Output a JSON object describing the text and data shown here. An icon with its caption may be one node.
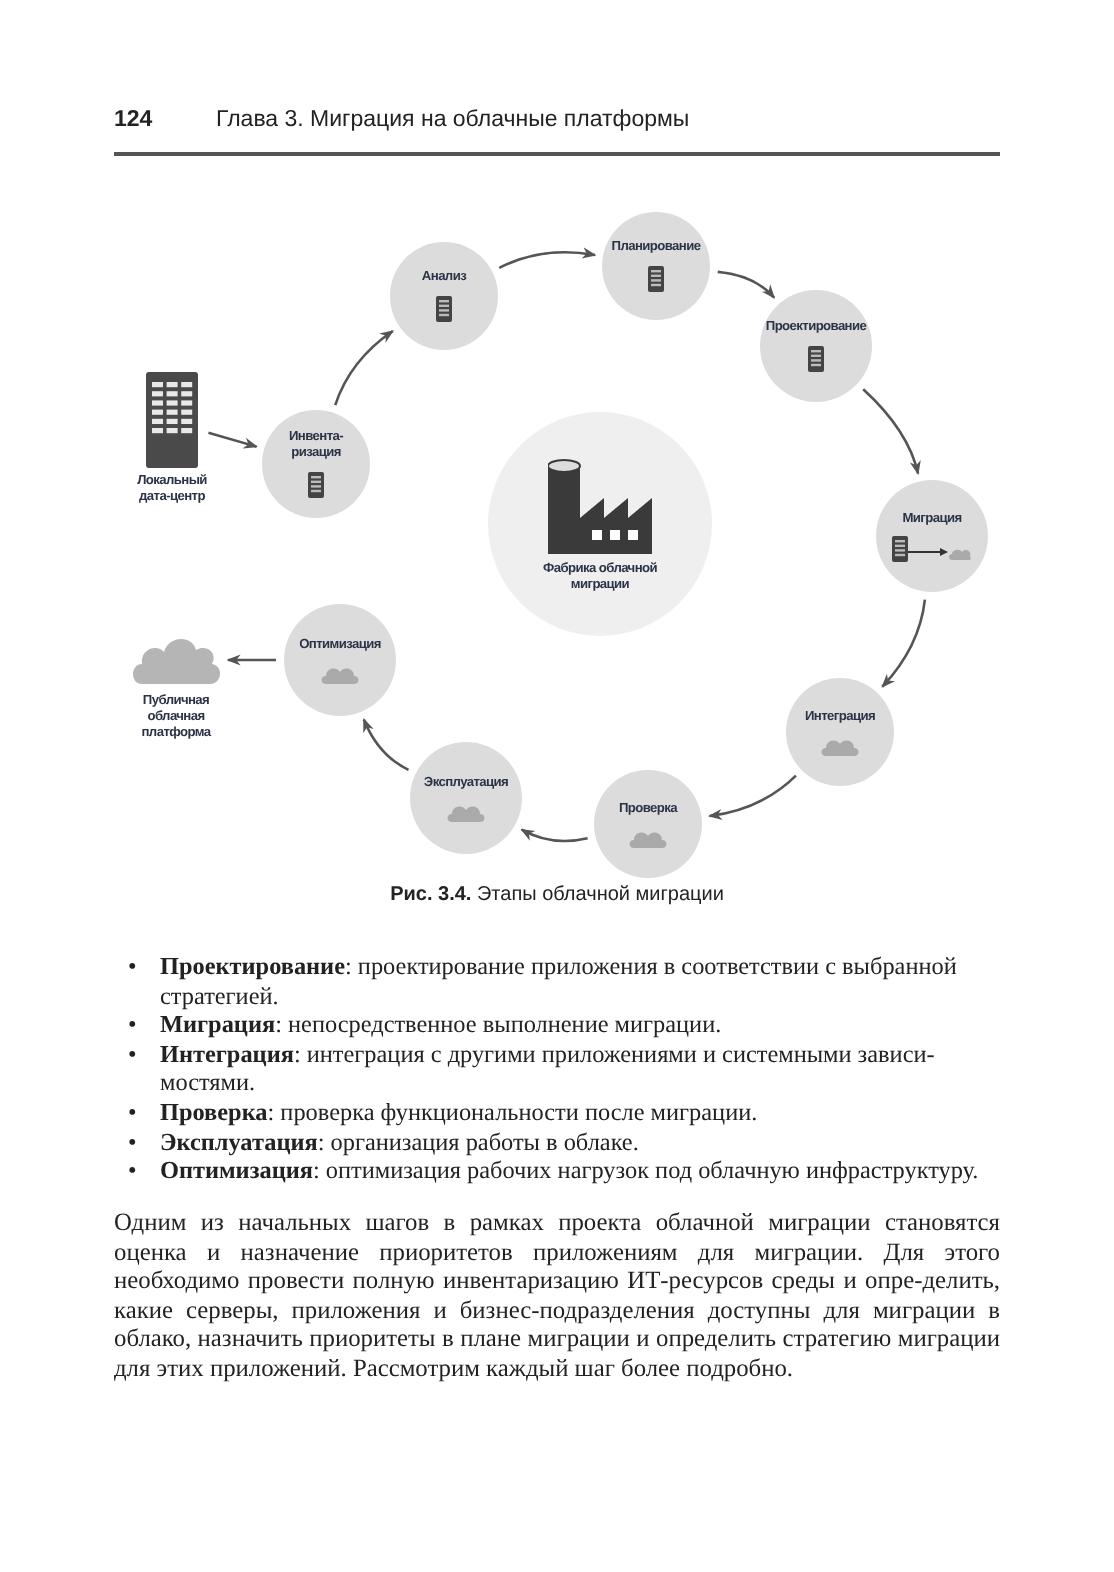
{
  "diagram": {
    "caption": "**Рис. 3.4.** Этапы облачной миграции",
    "nodes": [
      {
        "text": [
          "Локальный дата-центр"
        ]
      },
      {
        "text": [
          "Инвента-ризация"
        ]
      },
      {
        "text": [
          "Анализ"
        ]
      },
      {
        "text": [
          "Планирование"
        ]
      },
      {
        "text": [
          "Проектирование"
        ]
      },
      {
        "text": [
          "Миграция"
        ]
      },
      {
        "text": [
          "Интеграция"
        ]
      },
      {
        "text": [
          "Проверка"
        ]
      },
      {
        "text": [
          "Эксплуатация"
        ]
      },
      {
        "text": [
          "Оптимизация"
        ]
      },
      {
        "text": [
          "Публичная облачная платформа"
        ]
      },
      {
        "text": [
          "Фабрика облачной миграции"
        ]
      }
    ],
    "edges": [
      {
        "from": 0,
        "to": 1,
        "arrow": "to"
      },
      {
        "from": 1,
        "to": 2,
        "arrow": "to"
      },
      {
        "from": 2,
        "to": 3,
        "arrow": "to"
      },
      {
        "from": 3,
        "to": 4,
        "arrow": "to"
      },
      {
        "from": 4,
        "to": 5,
        "arrow": "to"
      },
      {
        "from": 5,
        "to": 6,
        "arrow": "to"
      },
      {
        "from": 6,
        "to": 7,
        "arrow": "to"
      },
      {
        "from": 7,
        "to": 8,
        "arrow": "to"
      },
      {
        "from": 8,
        "to": 9,
        "arrow": "to"
      },
      {
        "from": 9,
        "to": 10,
        "arrow": "to"
      }
    ],
    "labels": [
      "124",
      "Глава 3. Миграция на облачные платформы",
      "•",
      "**Проектирование**: проектирование приложения в соответствии с выбранной стратегией.",
      "•",
      "**Миграция**: непосредственное выполнение миграции.",
      "•",
      "**Интеграция**: интеграция с другими приложениями и системными зависи-мостями.",
      "•",
      "**Проверка**: проверка функциональности после миграции.",
      "•",
      "**Эксплуатация**: организация работы в облаке.",
      "•",
      "**Оптимизация**: оптимизация рабочих нагрузок под облачную инфраструктуру.",
      "Одним из начальных шагов в рамках проекта облачной миграции становятся оценка и назначение приоритетов приложениям для миграции. Для этого необходимо провести полную инвентаризацию ИТ-ресурсов среды и опре-делить, какие серверы, приложения и бизнес-подразделения доступны для миграции в облако, назначить приоритеты в плане миграции и определить стратегию миграции для этих приложений. Рассмотрим каждый шаг более подробно."
    ]
  }
}
